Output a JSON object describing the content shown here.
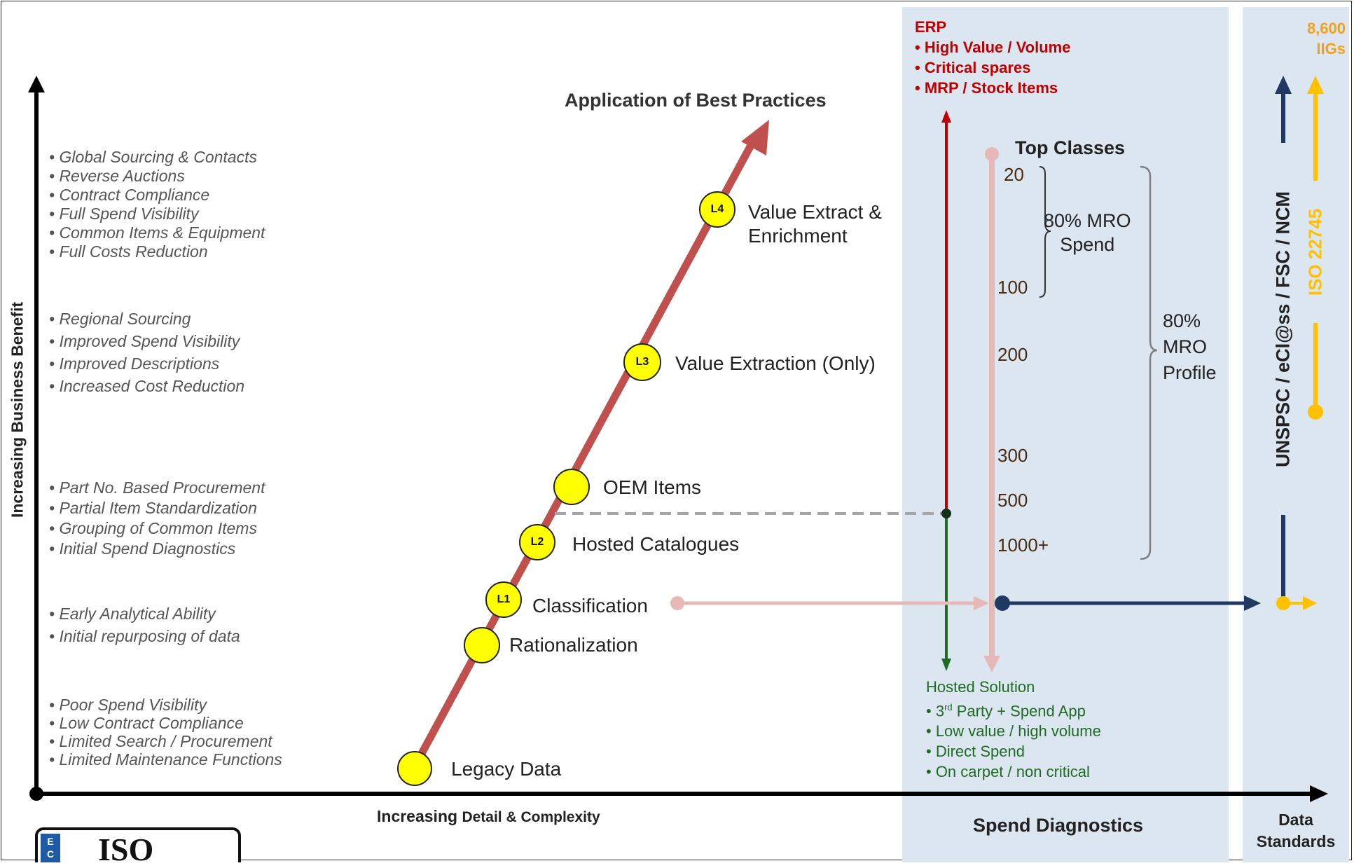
{
  "title": "Application of Best Practices",
  "y_axis_label": "Increasing Business Benefit",
  "x_axis_label_bold": "Increasing",
  "x_axis_label_rest": "Detail & Complexity",
  "benefit_groups": [
    [
      "• Global Sourcing & Contacts",
      "• Reverse Auctions",
      "• Contract Compliance",
      "• Full Spend Visibility",
      "• Common Items & Equipment",
      "• Full Costs Reduction"
    ],
    [
      "• Regional Sourcing",
      "• Improved Spend Visibility",
      "• Improved Descriptions",
      "• Increased Cost Reduction"
    ],
    [
      "• Part No. Based Procurement",
      "• Partial Item Standardization",
      "• Grouping of Common Items",
      "• Initial Spend Diagnostics"
    ],
    [
      "• Early Analytical Ability",
      "• Initial repurposing of data"
    ],
    [
      "• Poor Spend Visibility",
      "• Low Contract Compliance",
      "• Limited Search / Procurement",
      "• Limited Maintenance Functions"
    ]
  ],
  "levels": {
    "l4": {
      "badge": "L4",
      "label_line1": "Value Extract &",
      "label_line2": "Enrichment"
    },
    "l3": {
      "badge": "L3",
      "label": "Value Extraction  (Only)"
    },
    "oem": {
      "label": "OEM Items"
    },
    "l2": {
      "badge": "L2",
      "label": "Hosted Catalogues"
    },
    "l1": {
      "badge": "L1",
      "label": "Classification"
    },
    "rat": {
      "label": "Rationalization"
    },
    "legacy": {
      "label": "Legacy Data"
    }
  },
  "erp": {
    "title": "ERP",
    "items": [
      "• High Value / Volume",
      "• Critical spares",
      "• MRP / Stock Items"
    ]
  },
  "hosted": {
    "title": "Hosted Solution",
    "item1_pre": "• 3",
    "item1_sup": "rd",
    "item1_post": " Party + Spend App",
    "items": [
      "• Low value / high volume",
      "• Direct Spend",
      "• On carpet / non critical"
    ]
  },
  "top_classes": {
    "title": "Top Classes",
    "numbers": [
      "20",
      "100",
      "200",
      "300",
      "500",
      "1000+"
    ],
    "spend_line1": "80% MRO",
    "spend_line2": "Spend",
    "profile_line1": "80%",
    "profile_line2": "MRO",
    "profile_line3": "Profile"
  },
  "panels": {
    "spend_label": "Spend Diagnostics",
    "data_label_line1": "Data",
    "data_label_line2": "Standards"
  },
  "standards": {
    "unspsc": "UNSPSC / eCl@ss / FSC / NCM",
    "iso": "ISO 22745",
    "iigs_line1": "8,600",
    "iigs_line2": "IIGs"
  },
  "logo": {
    "text": "ISO",
    "badge": "E C"
  },
  "colors": {
    "main_arrow": "#c0504d",
    "erp_red": "#c00000",
    "hosted_green": "#1f6b23",
    "pink": "#e6b8b7",
    "navy": "#1f3864",
    "gold": "#ffc000",
    "panel_bg": "#dce6f1",
    "circle_yellow": "#ffff00"
  }
}
